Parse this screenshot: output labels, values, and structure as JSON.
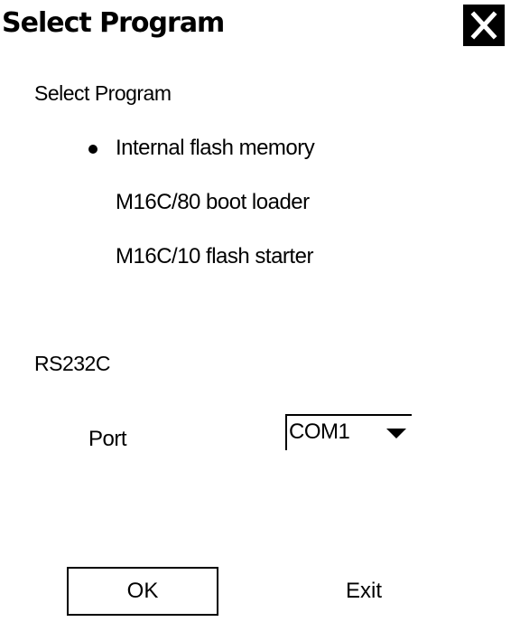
{
  "window": {
    "title": "Select Program",
    "close_icon": "close-icon"
  },
  "program_section": {
    "label": "Select Program",
    "options": [
      {
        "label": "Internal flash memory",
        "selected": true
      },
      {
        "label": "M16C/80 boot loader",
        "selected": false
      },
      {
        "label": "M16C/10 flash starter",
        "selected": false
      }
    ]
  },
  "rs232c_section": {
    "label": "RS232C",
    "port_label": "Port",
    "port_value": "COM1",
    "dropdown_icon": "triangle-down-icon"
  },
  "buttons": {
    "ok_label": "OK",
    "exit_label": "Exit"
  }
}
